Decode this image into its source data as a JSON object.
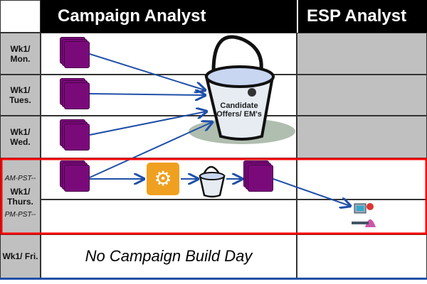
{
  "header": {
    "campaign": "Campaign Analyst",
    "esp": "ESP Analyst"
  },
  "rows": [
    {
      "label": "Wk1/ Mon."
    },
    {
      "label": "Wk1/ Tues."
    },
    {
      "label": "Wk1/ Wed."
    },
    {
      "label": "Wk1/ Thurs.",
      "am": "AM-PST--",
      "pm": "PM-PST--"
    },
    {
      "label": "Wk1/ Fri."
    }
  ],
  "bucket_label": "Candidate Offers/ EM's",
  "friday_text": "No Campaign Build Day",
  "colors": {
    "accent": "#7a0a7a",
    "arrow": "#1f4fa8",
    "highlight": "#ff0000"
  }
}
